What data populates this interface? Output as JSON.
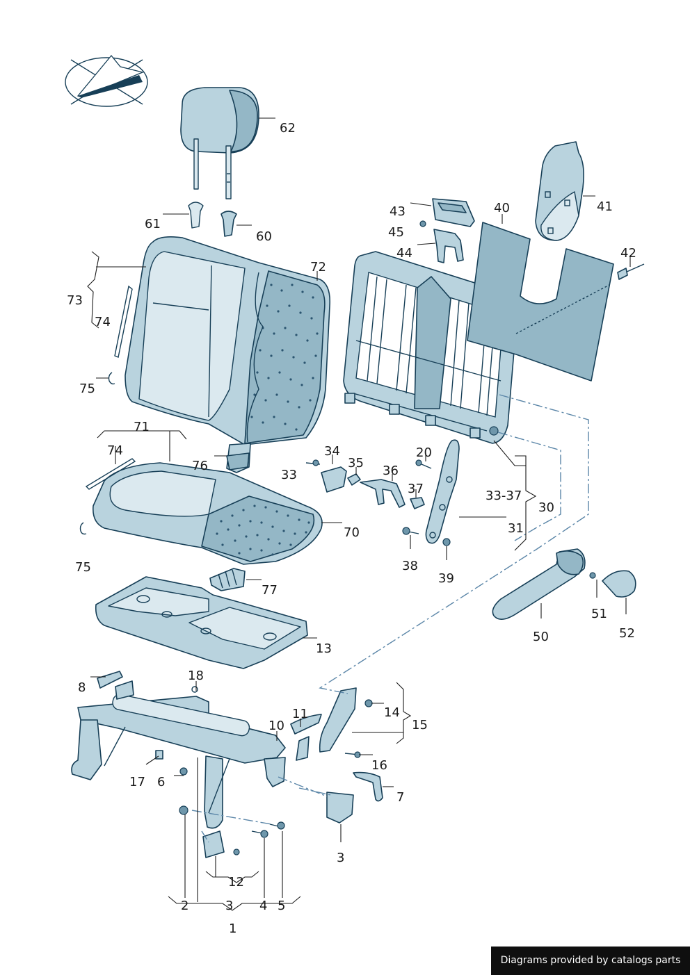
{
  "labels": {
    "l1": "1",
    "l2": "2",
    "l3a": "3",
    "l3b": "3",
    "l4": "4",
    "l5": "5",
    "l6": "6",
    "l7": "7",
    "l8": "8",
    "l10": "10",
    "l11": "11",
    "l12": "12",
    "l13": "13",
    "l14": "14",
    "l15": "15",
    "l16": "16",
    "l17": "17",
    "l18": "18",
    "l20": "20",
    "l30": "30",
    "l31": "31",
    "l3337": "33-37",
    "l33": "33",
    "l34": "34",
    "l35": "35",
    "l36": "36",
    "l37": "37",
    "l38": "38",
    "l39": "39",
    "l40": "40",
    "l41": "41",
    "l42": "42",
    "l43": "43",
    "l44": "44",
    "l45": "45",
    "l50": "50",
    "l51": "51",
    "l52": "52",
    "l60": "60",
    "l61": "61",
    "l62": "62",
    "l70": "70",
    "l71": "71",
    "l72": "72",
    "l73": "73",
    "l74a": "74",
    "l74b": "74",
    "l75a": "75",
    "l75b": "75",
    "l76": "76",
    "l77": "77"
  },
  "credit": "Diagrams provided by catalogs parts",
  "colors": {
    "part_fill": "#b9d3de",
    "outline": "#173f57",
    "leader": "#1a1a1a",
    "dashed_guide": "#5b86a8"
  },
  "icons": {
    "orientation": "orientation-arrow-icon"
  }
}
